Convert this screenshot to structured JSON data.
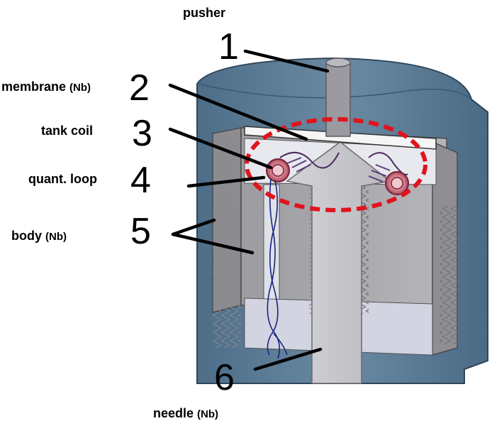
{
  "labels": [
    {
      "id": "pusher",
      "number": "1",
      "text": "pusher",
      "suffix": ""
    },
    {
      "id": "membrane",
      "number": "2",
      "text": "membrane ",
      "suffix": "(Nb)"
    },
    {
      "id": "tank-coil",
      "number": "3",
      "text": "tank coil",
      "suffix": ""
    },
    {
      "id": "quant-loop",
      "number": "4",
      "text": "quant. loop",
      "suffix": ""
    },
    {
      "id": "body",
      "number": "5",
      "text": "body  ",
      "suffix": "(Nb)"
    },
    {
      "id": "needle",
      "number": "6",
      "text": "needle  ",
      "suffix": "(Nb)"
    }
  ],
  "colors": {
    "housing": "#5f7f99",
    "housing_dark": "#3f5a72",
    "body": "#a9a9ad",
    "body_dark": "#7d7d82",
    "membrane": "#f2f2f2",
    "coil": "#d98c97",
    "coil_dark": "#7a1f3a",
    "wire": "#1a237e",
    "highlight": "#e0141c",
    "needle": "#c8c8cc"
  }
}
